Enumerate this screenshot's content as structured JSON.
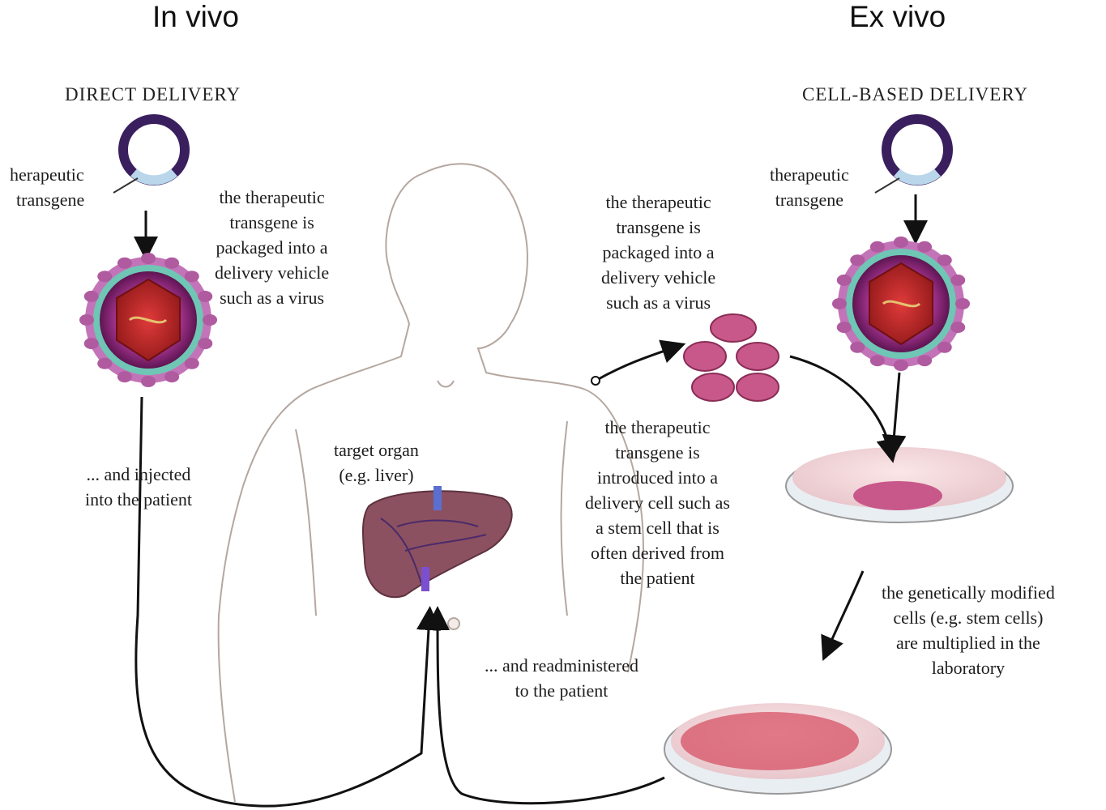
{
  "headers": {
    "in_vivo": "In vivo",
    "ex_vivo": "Ex vivo"
  },
  "direct": {
    "title": "DIRECT DELIVERY",
    "transgene": [
      "herapeutic",
      "transgene"
    ],
    "packaged": [
      "the therapeutic",
      "transgene is",
      "packaged into a",
      "delivery vehicle",
      "such as a virus"
    ],
    "injected": [
      "... and injected",
      "into the patient"
    ]
  },
  "cell_based": {
    "title": "CELL-BASED DELIVERY",
    "transgene": [
      "therapeutic",
      "transgene"
    ],
    "packaged": [
      "the therapeutic",
      "transgene is",
      "packaged into a",
      "delivery vehicle",
      "such as a virus"
    ],
    "introduced": [
      "the therapeutic",
      "transgene is",
      "introduced into a",
      "delivery cell such as",
      "a stem cell that is",
      "often derived from",
      "the patient"
    ],
    "multiplied": [
      "the genetically modified",
      "cells (e.g. stem cells)",
      "are multiplied in the",
      "laboratory"
    ],
    "readministered": [
      "... and readministered",
      "to the patient"
    ]
  },
  "target": [
    "target organ",
    "(e.g. liver)"
  ],
  "colors": {
    "plasmid": "#3a1f5e",
    "plasmid_segment": "#b9d6ea",
    "virus_shell": "#9b2f86",
    "virus_core": "#b8242a",
    "spike": "#b05aa0",
    "cell": "#c8588a",
    "liver": "#8c5160",
    "body_outline": "#b5a7a0"
  }
}
